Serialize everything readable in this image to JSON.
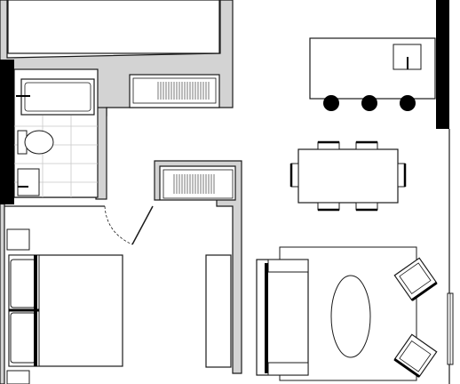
{
  "floor_plan": {
    "colors": {
      "background": "#ffffff",
      "wall_fill": "#d3d3d3",
      "wall_line": "#1a1a1a",
      "tile": "#c8c8c8",
      "solid_black": "#000000"
    },
    "rooms": [
      "bathroom",
      "closet-upper",
      "closet-lower",
      "bedroom",
      "kitchen",
      "dining",
      "living"
    ],
    "furniture": {
      "bar_stools": 3,
      "dining_chairs": 6,
      "armchairs": 2
    }
  }
}
